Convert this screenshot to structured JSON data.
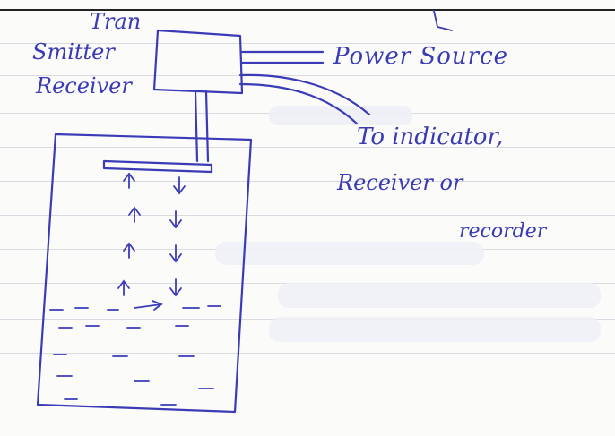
{
  "labels": {
    "transmitter_line1": "Tran",
    "transmitter_line2": "Smitter",
    "transmitter_line3": "Receiver",
    "power_source": "Power Source",
    "indicator_line1": "To indicator,",
    "indicator_line2": "Receiver or",
    "indicator_line3": "recorder"
  },
  "colors": {
    "ink": "#3b3bb8",
    "paper": "#fbfbfa",
    "ruled_line": "#d9dbe0"
  }
}
